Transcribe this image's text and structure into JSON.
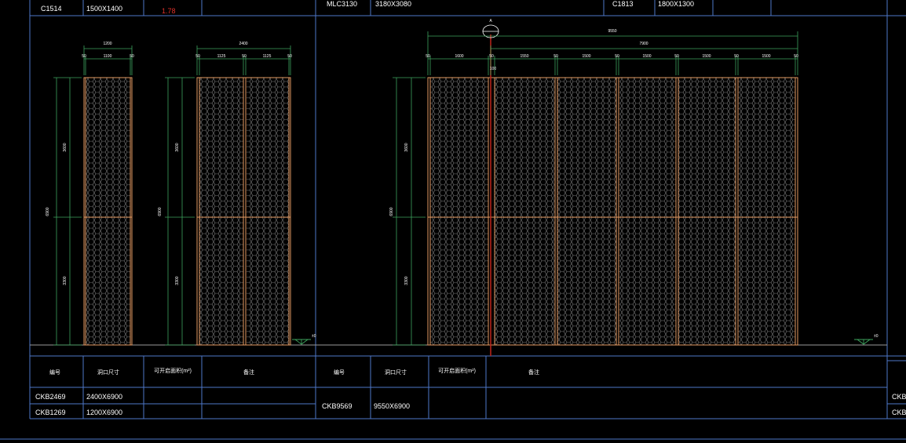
{
  "colors": {
    "background": "#000000",
    "frame": "#4e77c9",
    "panel": "#e59a62",
    "grid_line": "#e59a62",
    "dimension": "#3ea35e",
    "text": "#ffffff",
    "highlight": "#e0302a",
    "axis_line": "#c0241b"
  },
  "top_table": {
    "left": {
      "code": "C1514",
      "size": "1500X1400",
      "value": "1.78"
    },
    "middle": {
      "code": "MLC3130",
      "size": "3180X3080"
    },
    "right": {
      "code": "C1813",
      "size": "1800X1300"
    }
  },
  "bottom_table_left": {
    "headers": [
      "编号",
      "洞口尺寸",
      "可开启面积(m²)",
      "备注"
    ],
    "rows": [
      {
        "code": "CKB2469",
        "size": "2400X6900"
      },
      {
        "code": "CKB1269",
        "size": "1200X6900"
      }
    ]
  },
  "bottom_table_mid": {
    "headers": [
      "编号",
      "洞口尺寸",
      "可开启面积(m²)",
      "备注"
    ],
    "rows": [
      {
        "code": "CKB9569",
        "size": "9550X6900"
      }
    ]
  },
  "bottom_table_right": {
    "rows": [
      {
        "code": "CKB"
      },
      {
        "code": "CKB"
      }
    ]
  },
  "elevation_ckb1269": {
    "overall_width": "1200",
    "widths": [
      "50",
      "1100",
      "50"
    ],
    "height_total": "6900",
    "heights": [
      "3600",
      "3300"
    ]
  },
  "elevation_ckb2469": {
    "overall_width": "2400",
    "widths": [
      "50",
      "1125",
      "50",
      "1125",
      "50"
    ],
    "height_total": "6900",
    "heights": [
      "3600",
      "3300"
    ]
  },
  "elevation_ckb9569": {
    "overall_width": "9550",
    "sub_width": "7900",
    "widths": [
      "50",
      "1600",
      "50",
      "1550",
      "50",
      "1500",
      "50",
      "1500",
      "50",
      "1500",
      "50",
      "1500",
      "50"
    ],
    "axis_dim": "100",
    "axis_label": "A",
    "height_total": "6900",
    "heights": [
      "3600",
      "3300"
    ]
  },
  "level_markers": [
    "±0",
    "±0"
  ]
}
